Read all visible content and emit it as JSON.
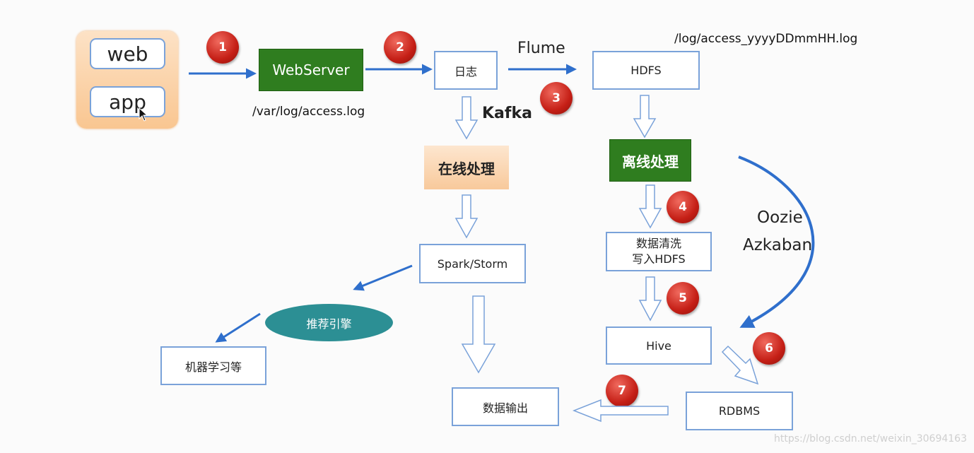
{
  "clients": {
    "web": "web",
    "app": "app"
  },
  "nodes": {
    "webserver": "WebServer",
    "log": "日志",
    "hdfs": "HDFS",
    "online": "在线处理",
    "offline": "离线处理",
    "clean_line1": "数据清洗",
    "clean_line2": "写入HDFS",
    "spark": "Spark/Storm",
    "recommend": "推荐引擎",
    "ml": "机器学习等",
    "output": "数据输出",
    "hive": "Hive",
    "rdbms": "RDBMS"
  },
  "labels": {
    "access_log": "/var/log/access.log",
    "hdfs_path": "/log/access_yyyyDDmmHH.log",
    "flume": "Flume",
    "kafka": "Kafka",
    "oozie": "Oozie",
    "azkaban": "Azkaban"
  },
  "steps": [
    "1",
    "2",
    "3",
    "4",
    "5",
    "6",
    "7"
  ],
  "watermark": "https://blog.csdn.net/weixin_30694163",
  "colors": {
    "arrow_blue": "#2f6fcc",
    "box_border": "#7aa2d9",
    "green": "#2f7d1f",
    "badge_red": "#c51f16",
    "ellipse_teal": "#2c8f94"
  }
}
